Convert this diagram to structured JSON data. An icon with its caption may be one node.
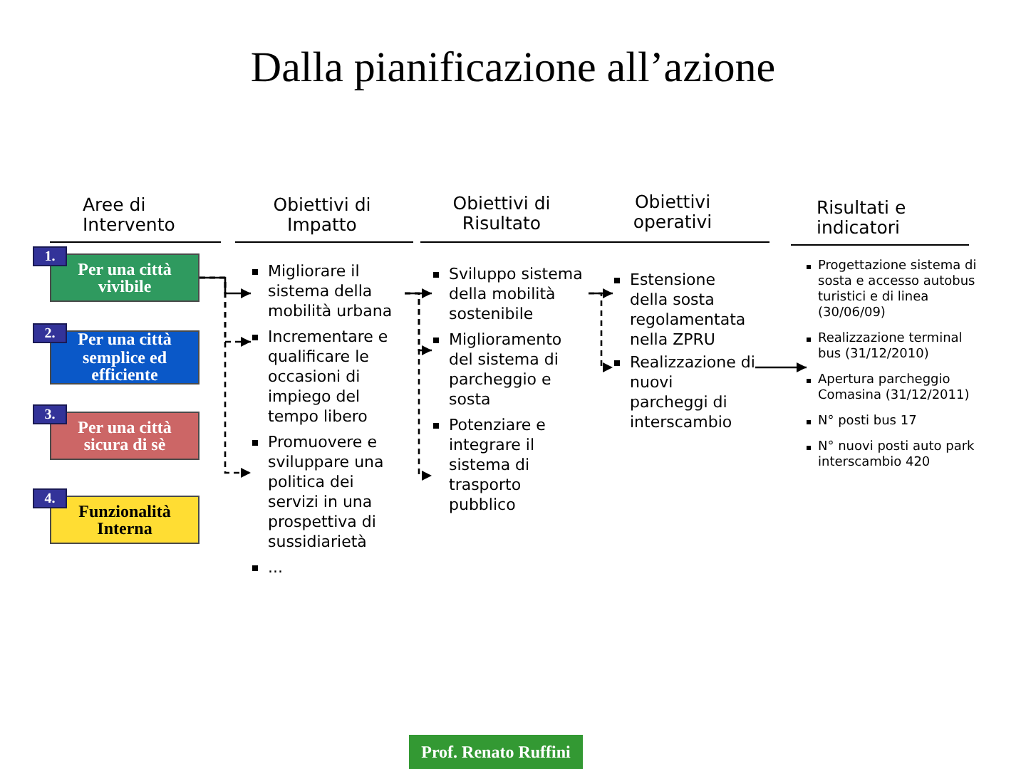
{
  "diagram": {
    "title": "Dalla pianificazione all’azione",
    "nodes": [
      {
        "text": [
          "1."
        ]
      },
      {
        "text": [
          "Per una città vivibile"
        ]
      },
      {
        "text": [
          "2."
        ]
      },
      {
        "text": [
          "Per una città semplice ed efficiente"
        ]
      },
      {
        "text": [
          "3."
        ]
      },
      {
        "text": [
          "Per una città sicura di sè"
        ]
      },
      {
        "text": [
          "4."
        ]
      },
      {
        "text": [
          "Funzionalità Interna"
        ]
      },
      {
        "text": [
          "Migliorare il sistema della mobilità urbana"
        ]
      },
      {
        "text": [
          "Incrementare e qualificare le occasioni di impiego del tempo libero"
        ]
      },
      {
        "text": [
          "Promuovere e sviluppare una politica dei servizi in una prospettiva di sussidiarietà"
        ]
      },
      {
        "text": [
          "Sviluppo sistema della mobilità sostenibile"
        ]
      },
      {
        "text": [
          "Miglioramento del sistema di parcheggio e sosta"
        ]
      },
      {
        "text": [
          "Potenziare e integrare il sistema di trasporto pubblico"
        ]
      },
      {
        "text": [
          "Estensione della sosta regolamentata nella ZPRU"
        ]
      },
      {
        "text": [
          "Realizzazione di nuovi parcheggi di interscambio"
        ]
      },
      {
        "text": [
          "Progettazione sistema di sosta e accesso autobus turistici e di linea (30/06/09)",
          "Realizzazione terminal bus (31/12/2010)",
          "Apertura parcheggio Comasina (31/12/2011)",
          "N° posti bus 17",
          "N° nuovi posti auto park interscambio 420"
        ]
      },
      {
        "text": [
          "Prof. Renato Ruffini"
        ]
      }
    ],
    "edges": [
      {
        "from": 1,
        "to": 8,
        "arrow": "to"
      },
      {
        "from": 1,
        "to": 9,
        "arrow": "to",
        "style": "dashed"
      },
      {
        "from": 1,
        "to": 10,
        "arrow": "to",
        "style": "dashed"
      },
      {
        "from": 8,
        "to": 11,
        "arrow": "to"
      },
      {
        "from": 8,
        "to": 12,
        "arrow": "to",
        "style": "dashed"
      },
      {
        "from": 8,
        "to": 13,
        "arrow": "to",
        "style": "dashed"
      },
      {
        "from": 11,
        "to": 14,
        "arrow": "to"
      },
      {
        "from": 11,
        "to": 15,
        "arrow": "to",
        "style": "dashed"
      },
      {
        "from": 15,
        "to": 16,
        "arrow": "to"
      }
    ],
    "labels": [
      "Aree di Intervento",
      "Obiettivi di Impatto",
      "Obiettivi di Risultato",
      "Obiettivi operativi",
      "Risultati e indicatori",
      "..."
    ]
  }
}
